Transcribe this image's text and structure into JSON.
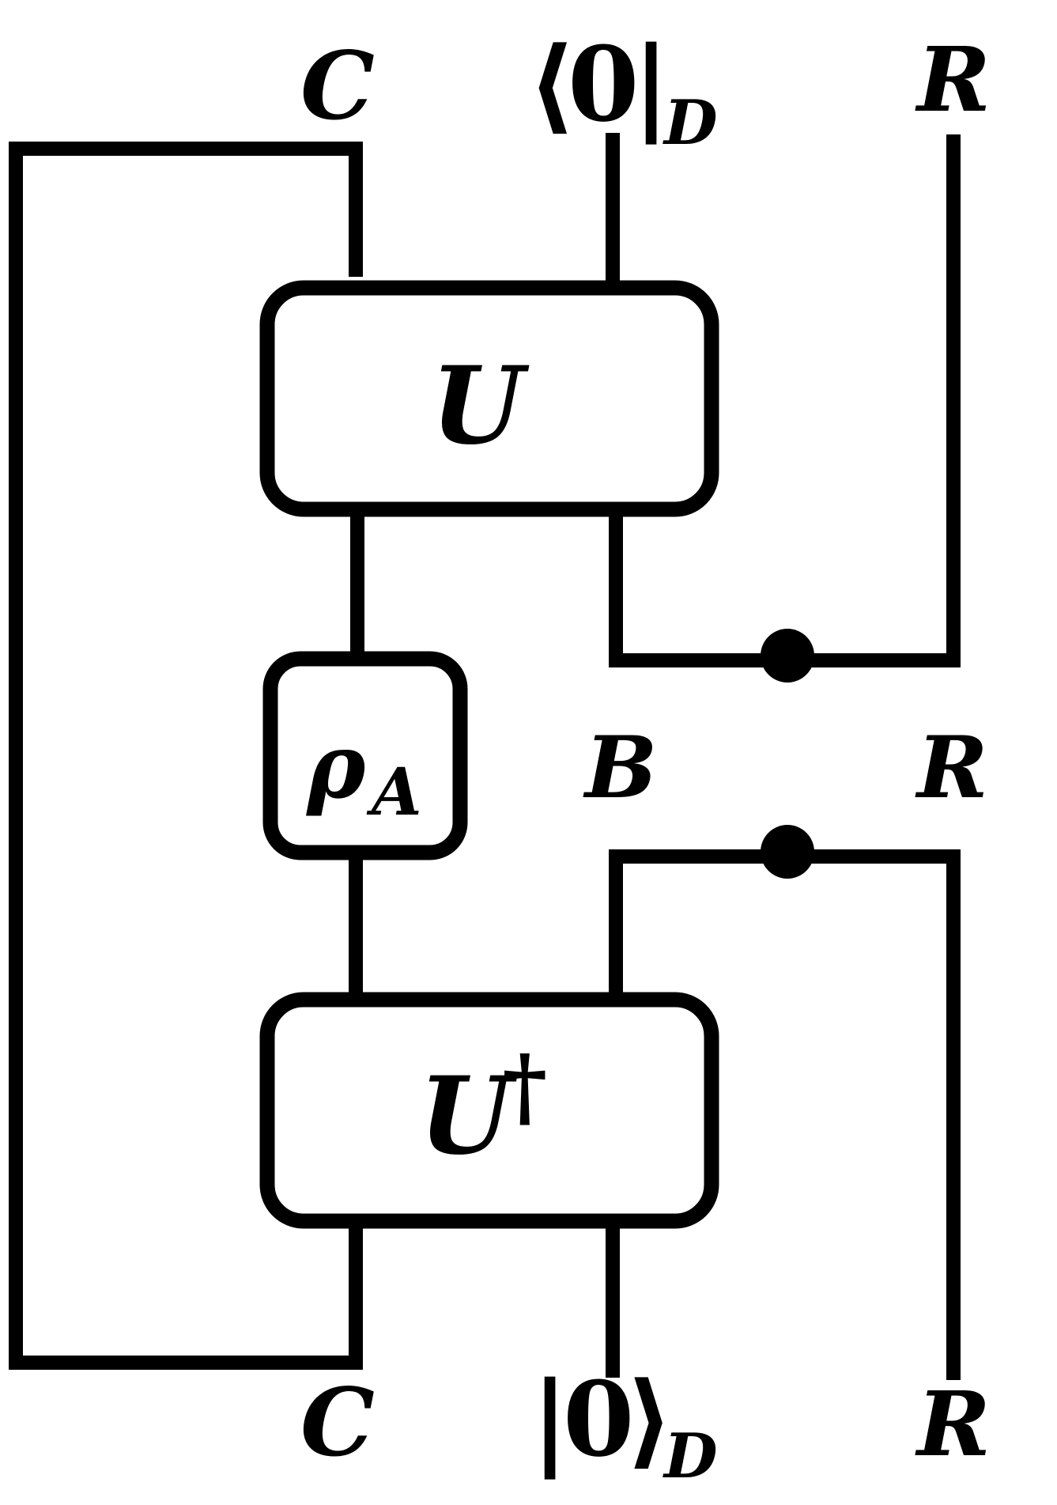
{
  "colors": {
    "stroke": "#000000",
    "background": "#ffffff"
  },
  "labels": {
    "top_c": "C",
    "top_bra_open": "⟨",
    "top_bra_zero": "0",
    "top_bra_close": "|",
    "top_bra_sub": "D",
    "top_r": "R",
    "box_u": "U",
    "box_rho": "ρ",
    "box_rho_sub": "A",
    "mid_b": "B",
    "mid_r": "R",
    "box_udag": "U",
    "box_udag_sup": "†",
    "bottom_c": "C",
    "bottom_ket_open": "|",
    "bottom_ket_zero": "0",
    "bottom_ket_close": "⟩",
    "bottom_ket_sub": "D",
    "bottom_r": "R"
  }
}
